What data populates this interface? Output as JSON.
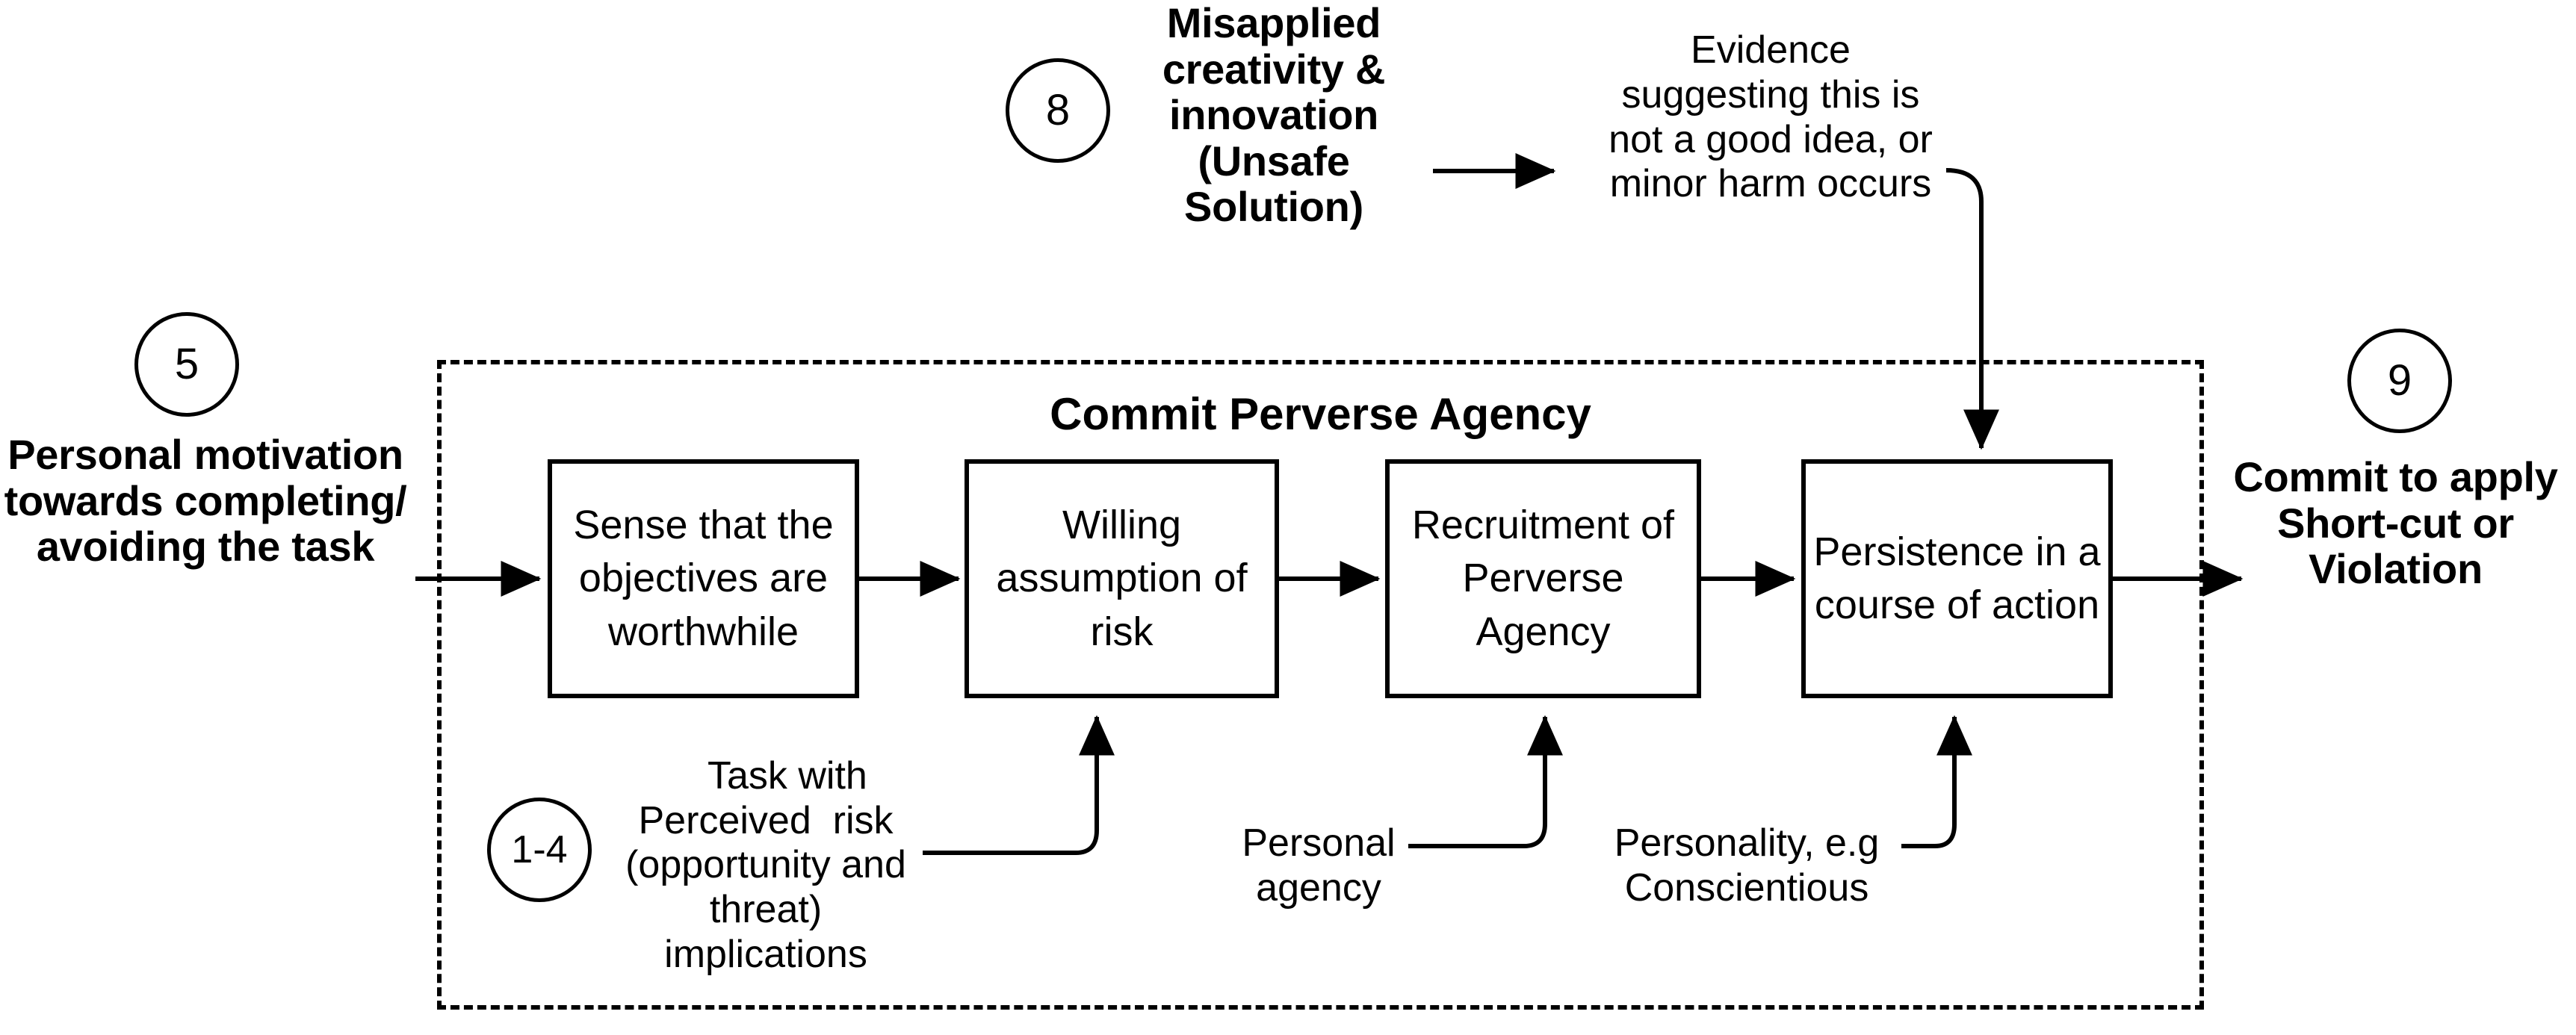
{
  "diagram": {
    "container_title": "Commit Perverse Agency",
    "boxes": [
      {
        "id": "sense",
        "label": "Sense that the objectives are worthwhile"
      },
      {
        "id": "willing",
        "label": "Willing assumption of risk"
      },
      {
        "id": "recruitment",
        "label": "Recruitment of Perverse Agency"
      },
      {
        "id": "persistence",
        "label": "Persistence in a course of action"
      }
    ],
    "markers": [
      {
        "id": "marker-5",
        "number": "5"
      },
      {
        "id": "marker-8",
        "number": "8"
      },
      {
        "id": "marker-9",
        "number": "9"
      },
      {
        "id": "marker-1-4",
        "number": "1-4"
      }
    ],
    "captions": {
      "personal_motivation": "Personal motivation towards completing/ avoiding the task",
      "misapplied_creativity": "Misapplied creativity & innovation (Unsafe Solution)",
      "evidence": "Evidence suggesting this is not a good idea, or minor harm occurs",
      "commit_shortcut": "Commit to apply Short-cut or Violation",
      "task_perceived_risk": "Task with Perceived  risk (opportunity and threat) implications",
      "personal_agency": "Personal agency",
      "personality": "Personality, e.g Conscientious"
    },
    "colors": {
      "ink": "#000000",
      "background": "#ffffff"
    }
  }
}
